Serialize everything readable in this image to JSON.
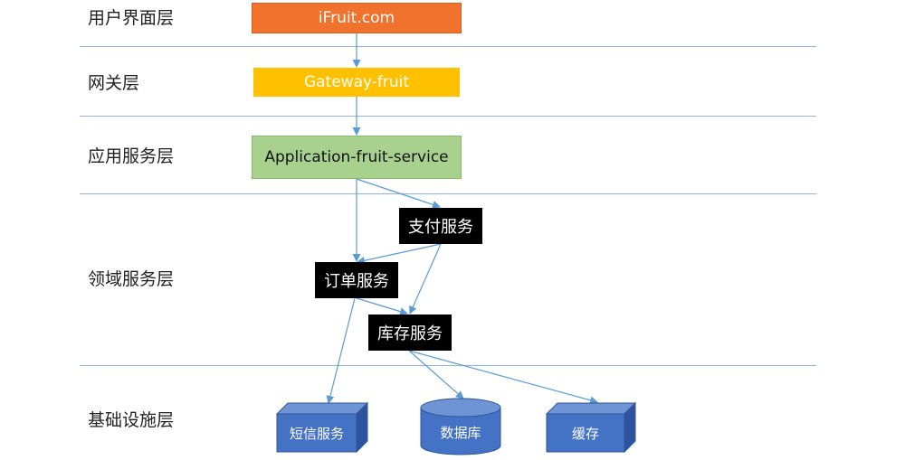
{
  "layers": {
    "ui": "用户界面层",
    "gateway": "网关层",
    "application": "应用服务层",
    "domain": "领域服务层",
    "infrastructure": "基础设施层"
  },
  "nodes": {
    "ui": "iFruit.com",
    "gateway": "Gateway-fruit",
    "application": "Application-fruit-service",
    "payment": "支付服务",
    "order": "订单服务",
    "inventory": "库存服务",
    "sms": "短信服务",
    "database": "数据库",
    "cache": "缓存"
  },
  "colors": {
    "ui_box": "#f0722c",
    "gateway_box": "#ffc000",
    "application_box": "#a9d18e",
    "service_box": "#000000",
    "infra_box": "#4472c4",
    "connector": "#5b9bd5",
    "layer_divider": "#8db3e2"
  }
}
